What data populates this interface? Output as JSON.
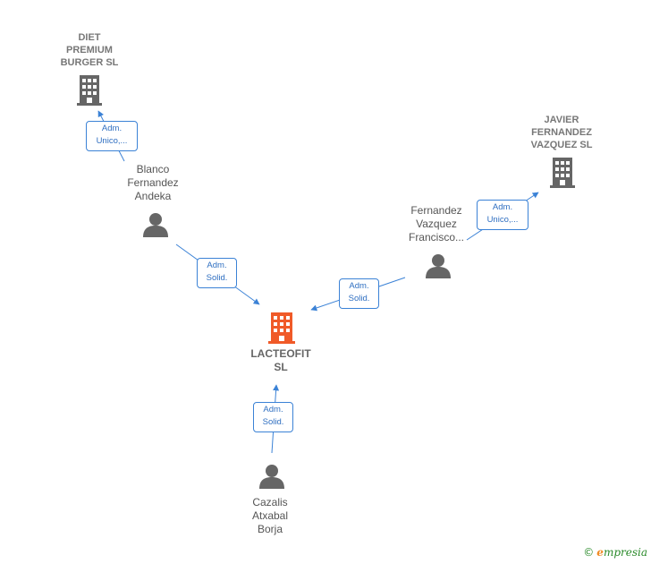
{
  "nodes": {
    "diet": {
      "type": "company",
      "label": "DIET\nPREMIUM\nBURGER  SL",
      "color": "#666666"
    },
    "javier": {
      "type": "company",
      "label": "JAVIER\nFERNANDEZ\nVAZQUEZ  SL",
      "color": "#666666"
    },
    "lacteofit": {
      "type": "company",
      "label": "LACTEOFIT\nSL",
      "color": "#f05a28",
      "main": true
    },
    "blanco": {
      "type": "person",
      "label": "Blanco\nFernandez\nAndeka"
    },
    "fernandez": {
      "type": "person",
      "label": "Fernandez\nVazquez\nFrancisco..."
    },
    "cazalis": {
      "type": "person",
      "label": "Cazalis\nAtxabal\nBorja"
    }
  },
  "edges": [
    {
      "from": "blanco",
      "to": "diet",
      "label": "Adm.\nUnico,..."
    },
    {
      "from": "fernandez",
      "to": "javier",
      "label": "Adm.\nUnico,..."
    },
    {
      "from": "blanco",
      "to": "lacteofit",
      "label": "Adm.\nSolid."
    },
    {
      "from": "fernandez",
      "to": "lacteofit",
      "label": "Adm.\nSolid."
    },
    {
      "from": "cazalis",
      "to": "lacteofit",
      "label": "Adm.\nSolid."
    }
  ],
  "colors": {
    "edge": "#3b82d6",
    "person": "#666666",
    "company": "#666666",
    "main_company": "#f05a28"
  },
  "footer": {
    "copyright": "©",
    "brand_initial": "e",
    "brand_rest": "mpresia"
  }
}
